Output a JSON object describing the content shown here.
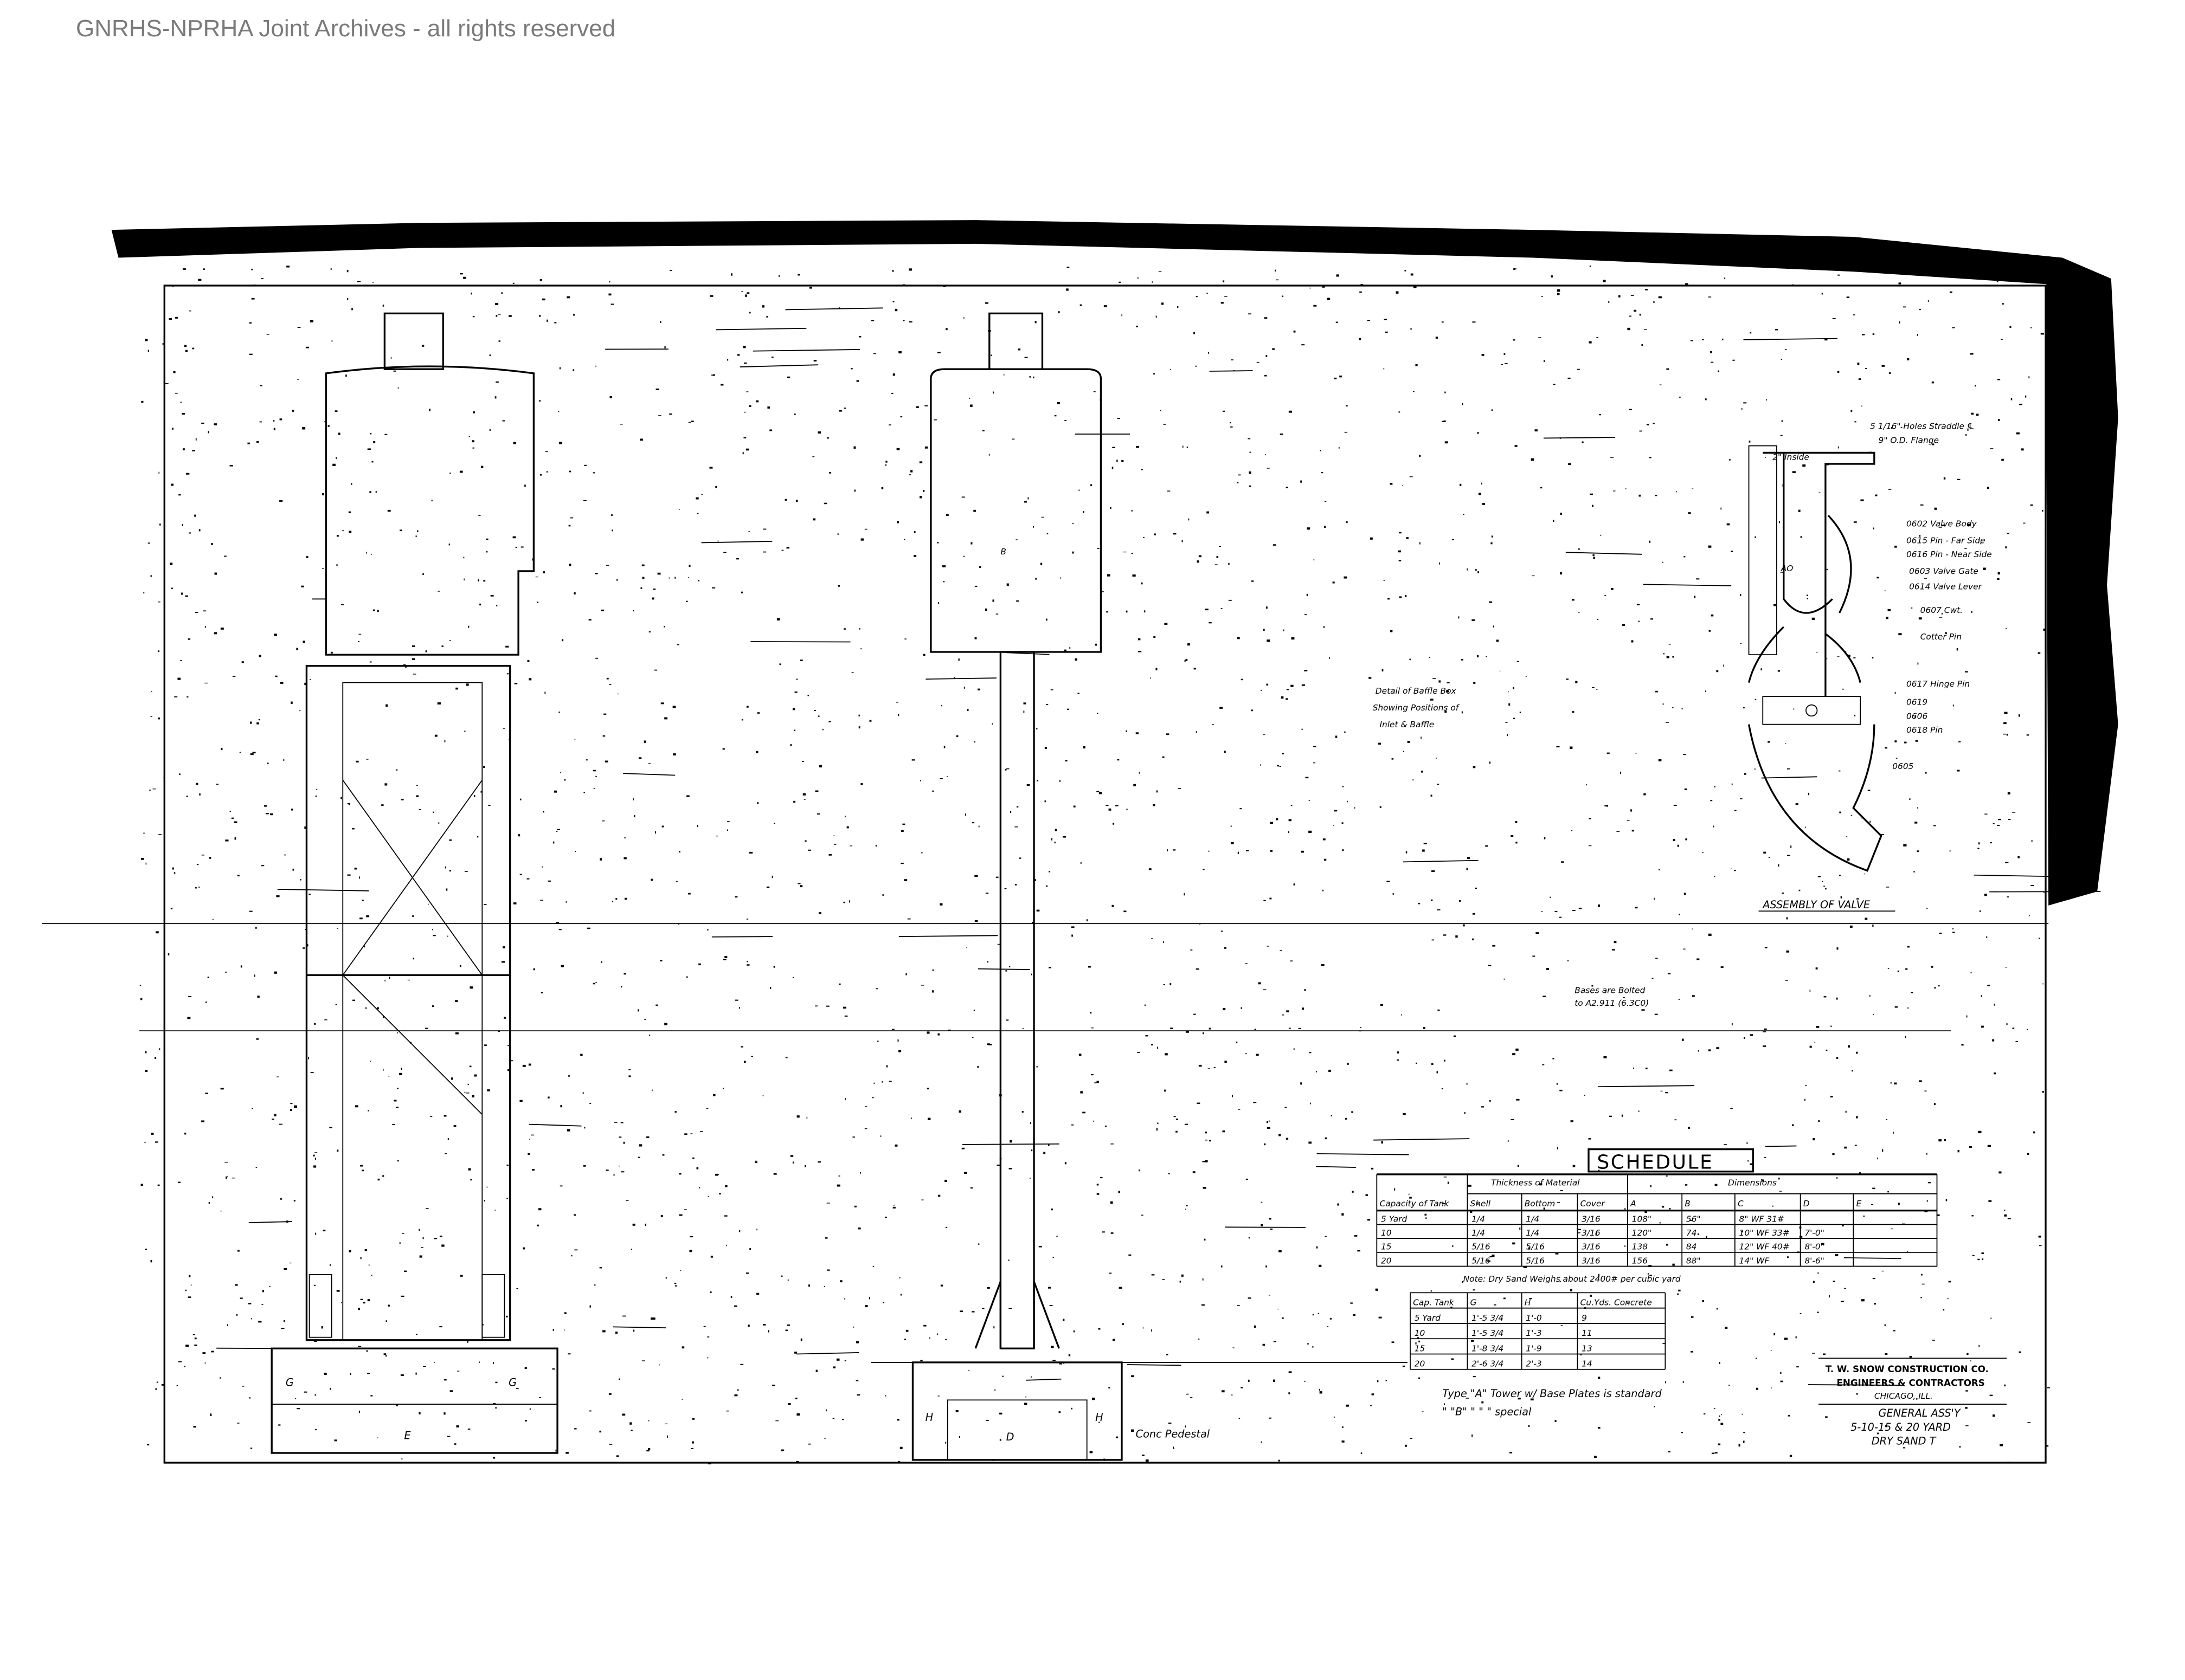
{
  "watermark": "GNRHS-NPRHA Joint Archives - all rights reserved",
  "ink_color": "#000000",
  "watermark_color": "#7a7a7a",
  "notes": {
    "baffle_detail": [
      "Detail of Baffle Box",
      "Showing Positions of",
      "Inlet & Baffle"
    ],
    "conc_pedestal": "Conc Pedestal",
    "assembly_of_valve": "ASSEMBLY OF VALVE",
    "bolted_note": [
      "Bases are Bolted",
      "to A2.911 (6.3C0)"
    ],
    "sand_weight": "Note: Dry Sand Weighs about 2400# per cubic yard",
    "type_a": "Type \"A\" Tower w/ Base Plates is standard",
    "type_b": "\"   \"B\"   \"   \"   \"   special"
  },
  "valve": {
    "holes": "5 1/16\" Holes Straddle ℄",
    "flange": "9\" O.D. Flange",
    "inside": "2\" Inside",
    "parts": [
      "0602 Valve Body",
      "0615 Pin - Far Side",
      "0616 Pin - Near Side",
      "0603 Valve Gate",
      "0614 Valve Lever",
      "0607 Cwt.",
      "Cotter Pin",
      "0617 Hinge Pin",
      "0619",
      "0606",
      "0618 Pin",
      "0605"
    ]
  },
  "schedule": {
    "title": "SCHEDULE",
    "group_headers": [
      "Thickness of Material",
      "Dimensions"
    ],
    "columns": [
      "Capacity of Tank",
      "Shell",
      "Bottom",
      "Cover",
      "A",
      "B",
      "C",
      "D",
      "E"
    ],
    "rows": [
      [
        "5 Yard",
        "1/4",
        "1/4",
        "3/16",
        "108\"",
        "56\"",
        "8\" WF 31#",
        "",
        ""
      ],
      [
        "10",
        "1/4",
        "1/4",
        "3/16",
        "120\"",
        "74",
        "10\" WF 33#",
        "7'-0\"",
        ""
      ],
      [
        "15",
        "5/16",
        "5/16",
        "3/16",
        "138",
        "84",
        "12\" WF 40#",
        "8'-0\"",
        ""
      ],
      [
        "20",
        "5/16",
        "5/16",
        "3/16",
        "156",
        "88\"",
        "14\" WF",
        "8'-6\"",
        ""
      ]
    ]
  },
  "foundation": {
    "columns": [
      "Cap. Tank",
      "G",
      "H",
      "Cu.Yds. Concrete"
    ],
    "rows": [
      [
        "5 Yard",
        "1'-5 3/4",
        "1'-0",
        "9"
      ],
      [
        "10",
        "1'-5 3/4",
        "1'-3",
        "11"
      ],
      [
        "15",
        "1'-8 3/4",
        "1'-9",
        "13"
      ],
      [
        "20",
        "2'-6 3/4",
        "2'-3",
        "14"
      ]
    ]
  },
  "title_block": {
    "company": "T. W. SNOW CONSTRUCTION CO.",
    "subtitle": "ENGINEERS & CONTRACTORS",
    "city": "CHICAGO, ILL.",
    "drawing_title": "GENERAL ASS'Y",
    "drawing_sub": "5-10-15 & 20 YARD",
    "drawing_sub2": "DRY SAND T"
  },
  "dim_labels": {
    "g": "G",
    "e": "E",
    "d": "D",
    "h": "H",
    "b": "B"
  }
}
